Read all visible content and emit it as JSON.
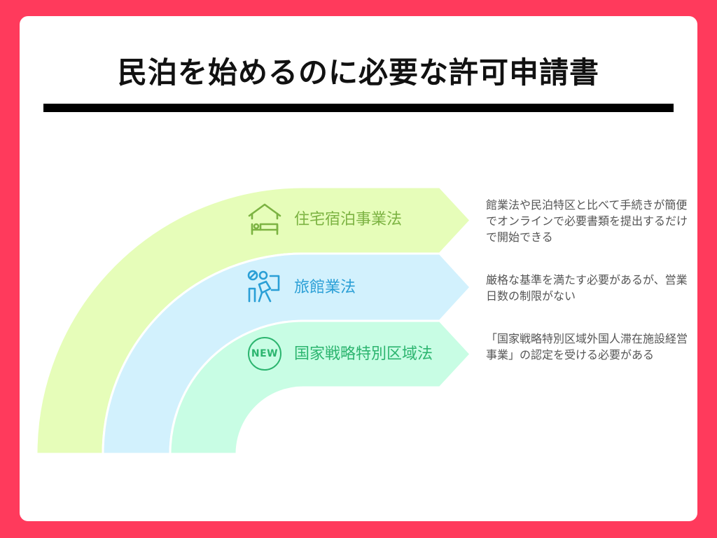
{
  "title": "民泊を始めるのに必要な許可申請書",
  "colors": {
    "background": "#ff3a5c",
    "card": "#ffffff",
    "band1_fill": "#e6fdb9",
    "band1_text": "#7cb342",
    "band2_fill": "#d2f1fd",
    "band2_text": "#2a9fd6",
    "band3_fill": "#c8fde4",
    "band3_text": "#2cb56f",
    "desc_text": "#555555"
  },
  "items": [
    {
      "label": "住宅宿泊事業法",
      "icon": "house-bed-icon",
      "description": "館業法や民泊特区と比べて手続きが簡便でオンラインで必要書類を提出するだけで開始できる"
    },
    {
      "label": "旅館業法",
      "icon": "person-desk-prohibited-icon",
      "description": "厳格な基準を満たす必要があるが、営業日数の制限がない"
    },
    {
      "label": "国家戦略特別区域法",
      "icon": "new-badge-icon",
      "icon_text": "NEW",
      "description": "「国家戦略特別区域外国人滞在施設経営事業」の認定を受ける必要がある"
    }
  ]
}
